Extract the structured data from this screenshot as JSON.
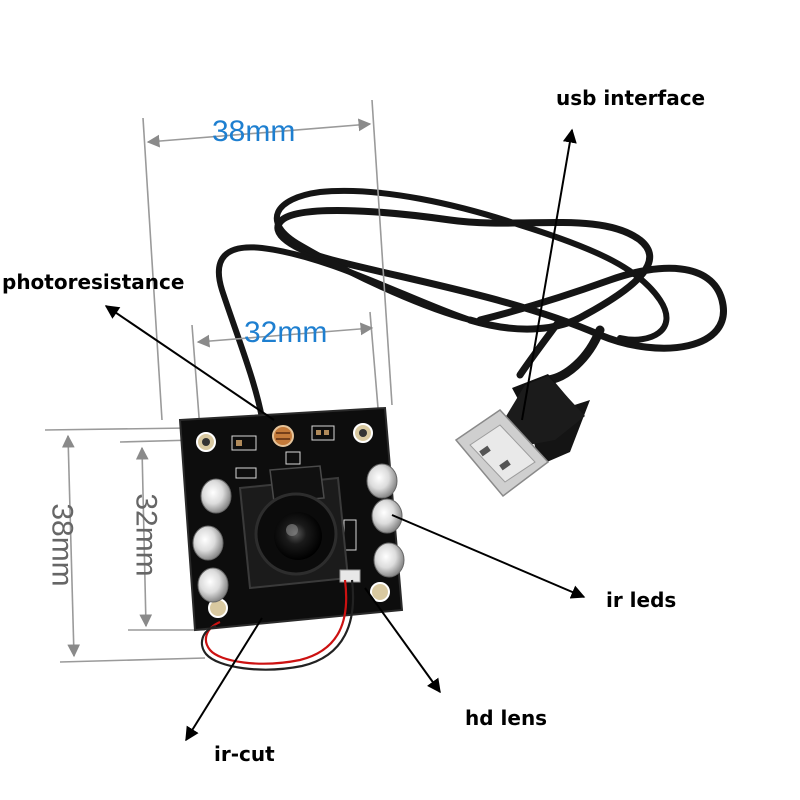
{
  "labels": {
    "usb_interface": "usb interface",
    "photoresistance": "photoresistance",
    "ir_leds": "ir leds",
    "hd_lens": "hd lens",
    "ir_cut": "ir-cut"
  },
  "dimensions": {
    "outer_width": "38mm",
    "inner_width": "32mm",
    "outer_height": "38mm",
    "inner_height": "32mm"
  },
  "colors": {
    "dimension_text": "#1e7fd0",
    "dimension_text_vertical": "#666666",
    "dimension_line": "#9a9a9a",
    "pcb": "#0d0d0d",
    "cable": "#151515",
    "label_text": "#000000"
  }
}
